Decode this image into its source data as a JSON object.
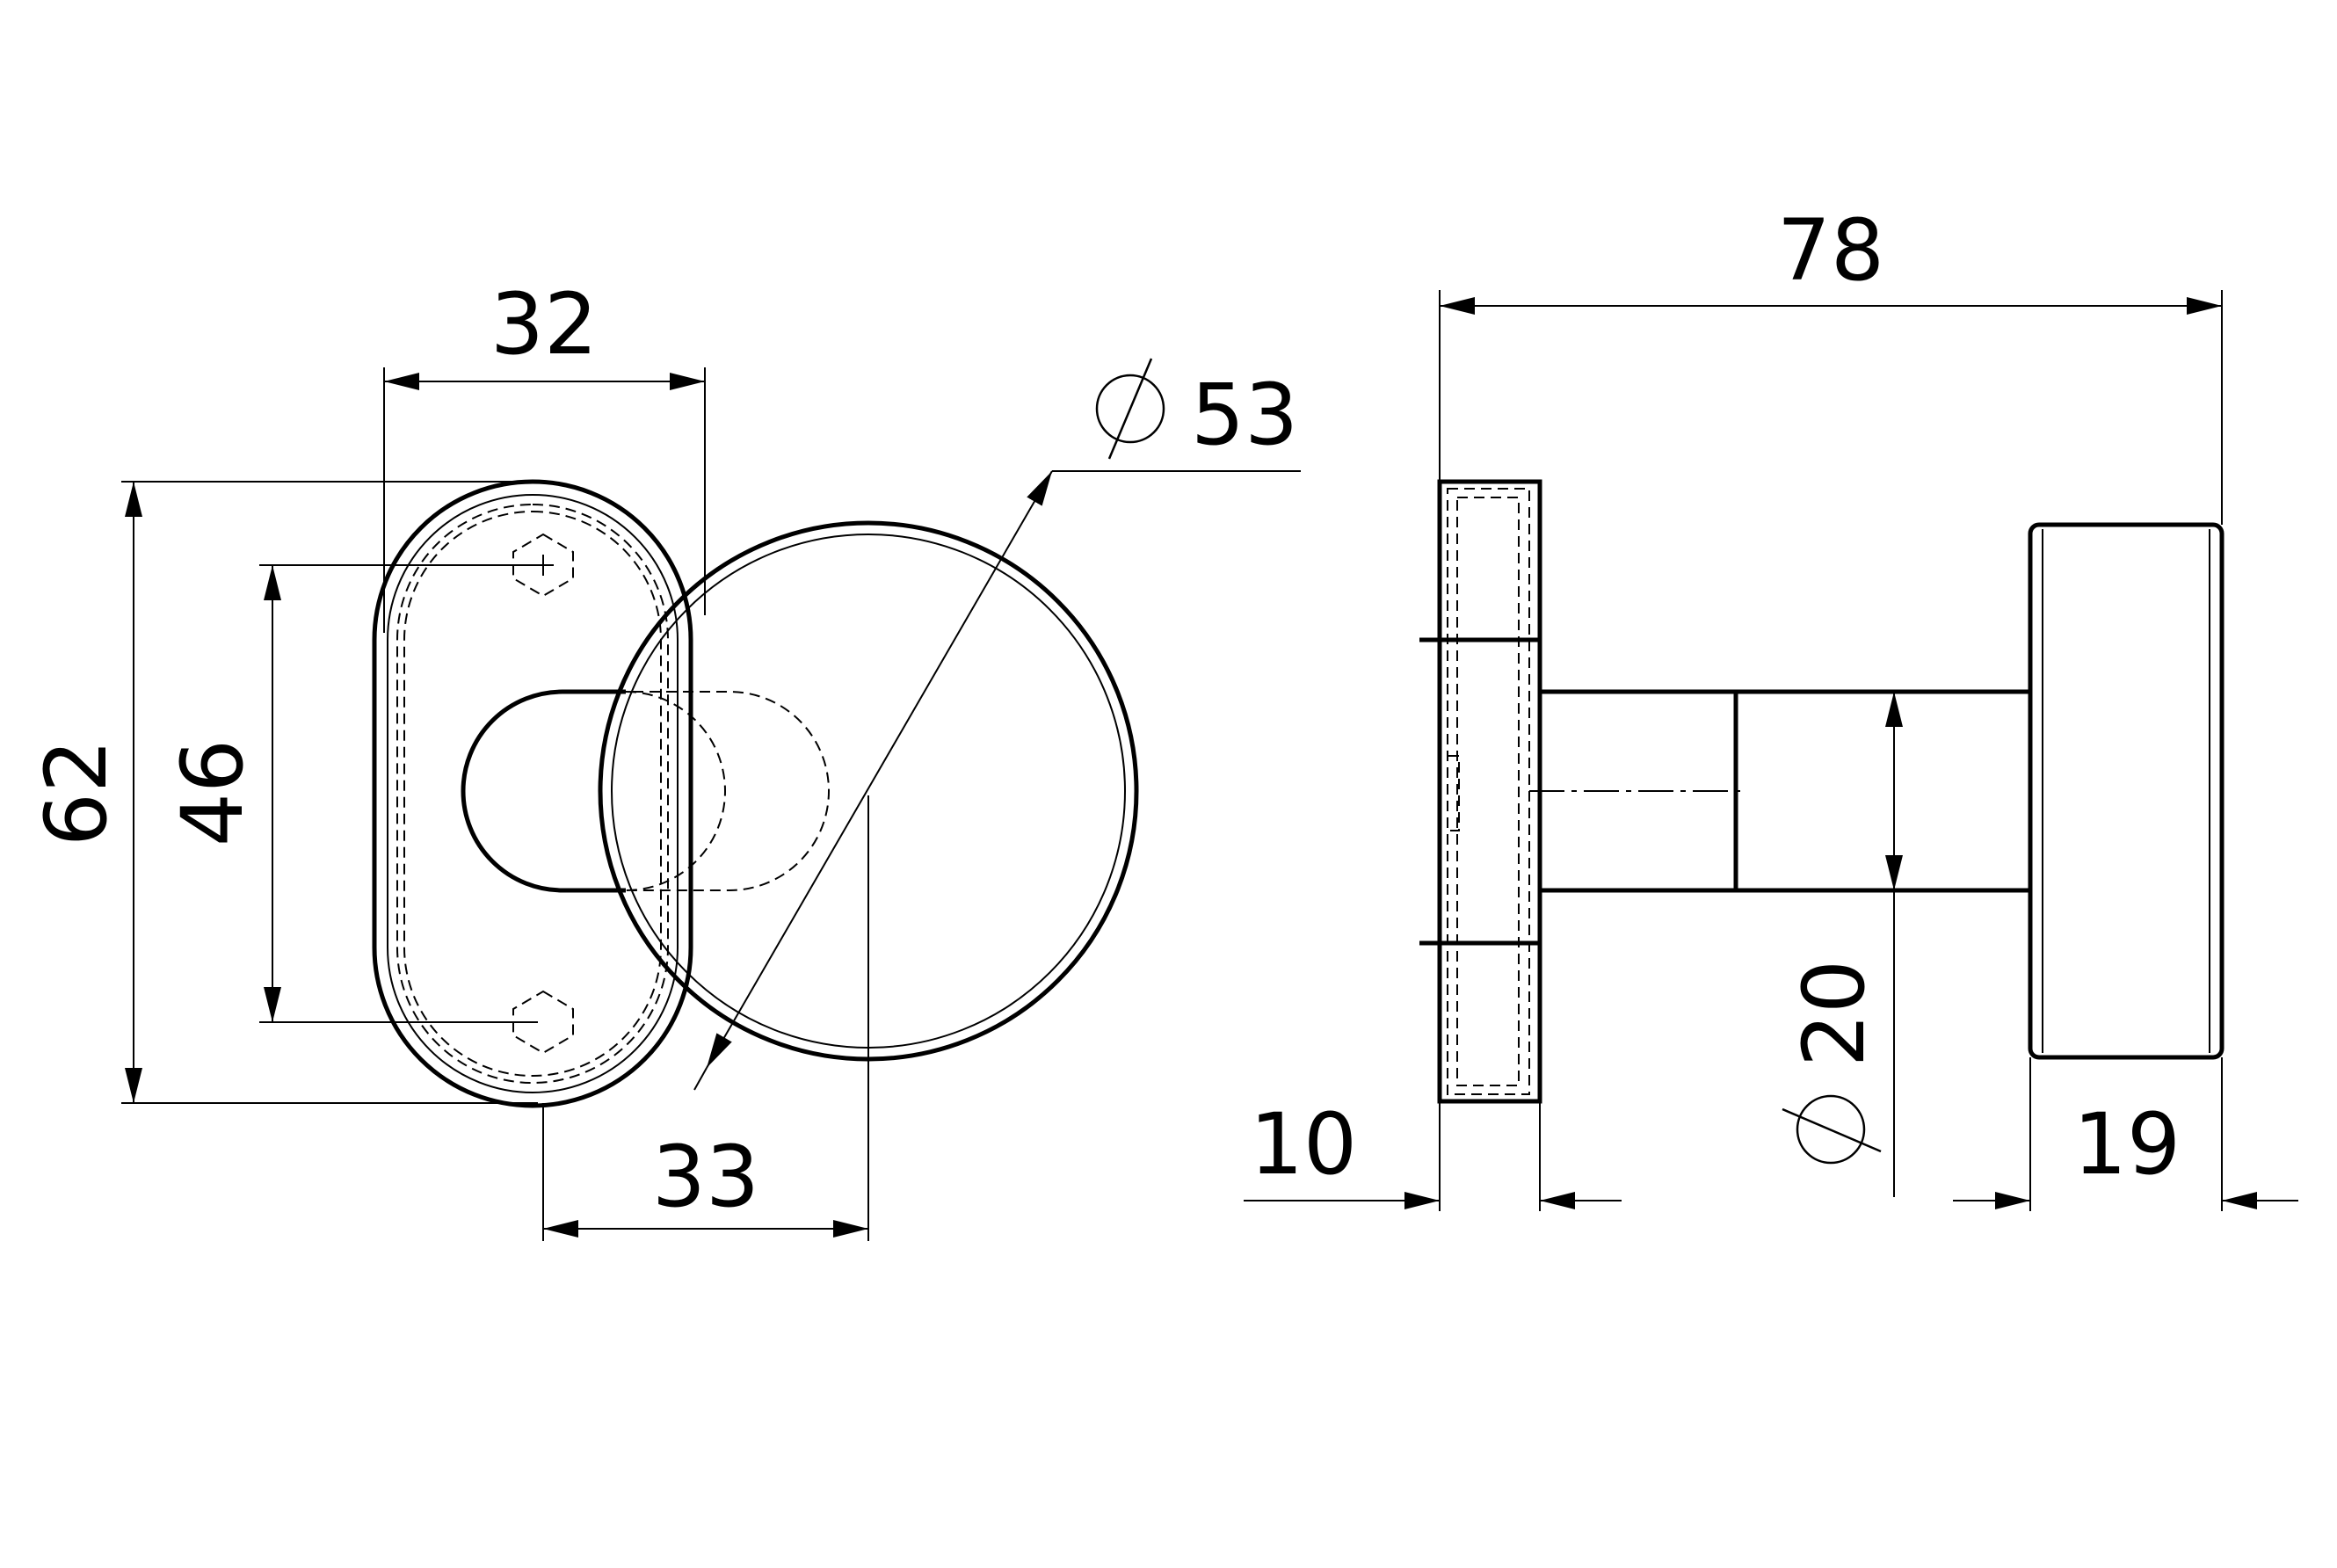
{
  "drawing": {
    "front_view": {
      "rosette_width_label": "32",
      "rosette_height_label": "62",
      "screw_spacing_label": "46",
      "knob_offset_label": "33",
      "knob_diameter_label": "53"
    },
    "side_view": {
      "overall_length_label": "78",
      "rosette_thickness_label": "10",
      "knob_thickness_label": "19",
      "spindle_diameter_label": "20"
    }
  }
}
